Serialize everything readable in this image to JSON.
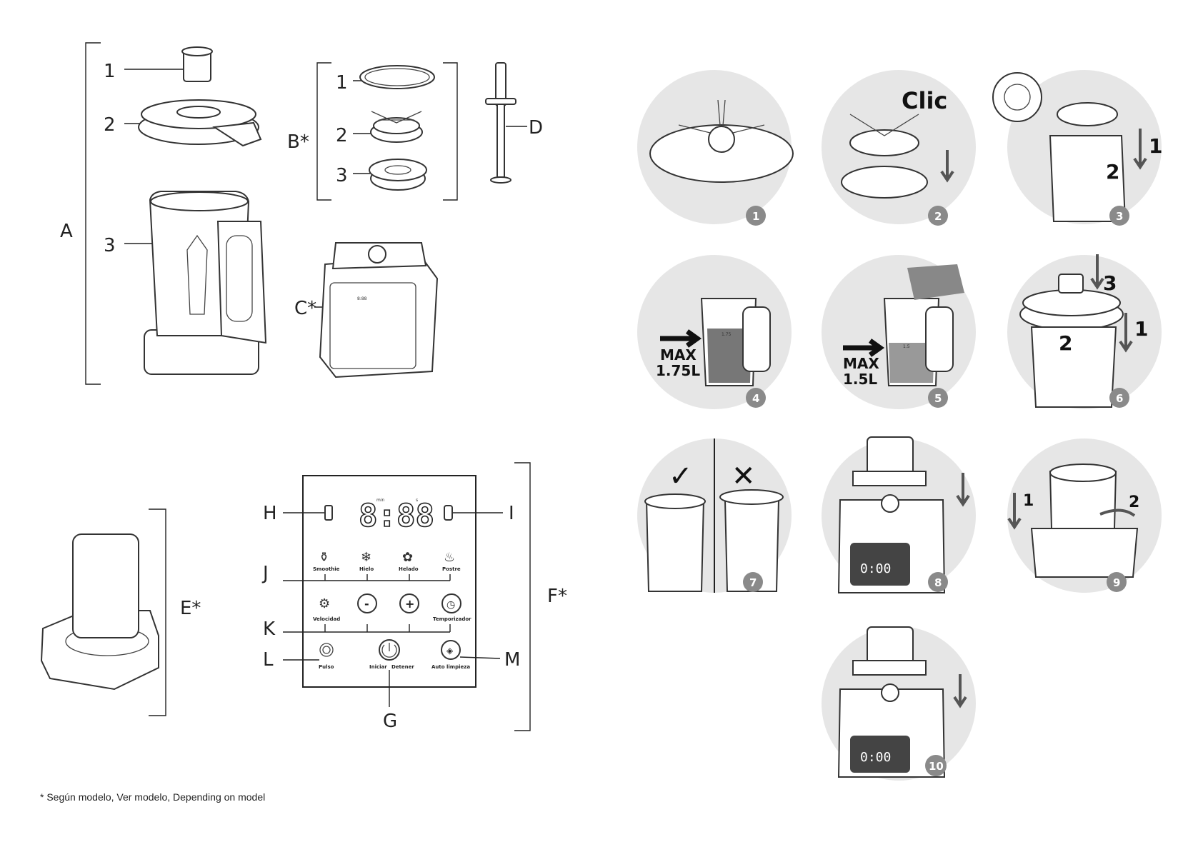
{
  "groups": {
    "A": {
      "label": "A",
      "parts": [
        "1",
        "2",
        "3"
      ]
    },
    "B": {
      "label": "B*",
      "parts": [
        "1",
        "2",
        "3"
      ]
    },
    "C": {
      "label": "C*"
    },
    "D": {
      "label": "D"
    },
    "E": {
      "label": "E*"
    },
    "F": {
      "label": "F*"
    }
  },
  "panel": {
    "callouts": {
      "H": "H",
      "I": "I",
      "J": "J",
      "K": "K",
      "L": "L",
      "M": "M",
      "G": "G"
    },
    "timer": {
      "display": "8:88",
      "unit_min": "min",
      "unit_s": "s"
    },
    "programs": [
      "Smoothie",
      "Hielo",
      "Helado",
      "Postre"
    ],
    "controls": {
      "speed": "Velocidad",
      "minus": "-",
      "plus": "+",
      "timer": "Temporizador"
    },
    "bottom": {
      "pulse": "Pulso",
      "start": "Iniciar",
      "stop": "Detener",
      "auto_clean": "Auto limpieza"
    }
  },
  "steps": {
    "numbers": [
      "1",
      "2",
      "3",
      "4",
      "5",
      "6",
      "7",
      "8",
      "9",
      "10"
    ],
    "step2_text": "Clic",
    "step3_arrows": [
      "1",
      "2"
    ],
    "step4": {
      "max_label": "MAX",
      "max_value": "1.75L",
      "jar_mark": "1.75"
    },
    "step5": {
      "max_label": "MAX",
      "max_value": "1.5L",
      "jar_mark": "1.5"
    },
    "step6_arrows": [
      "3",
      "2",
      "1"
    ],
    "step7_marks": {
      "ok": "✓",
      "no": "✕"
    },
    "step8_display": "0:00",
    "step9_arrows": [
      "1",
      "2"
    ],
    "step10_display": "0:00"
  },
  "footnote": "* Según modelo, Ver modelo, Depending on model"
}
